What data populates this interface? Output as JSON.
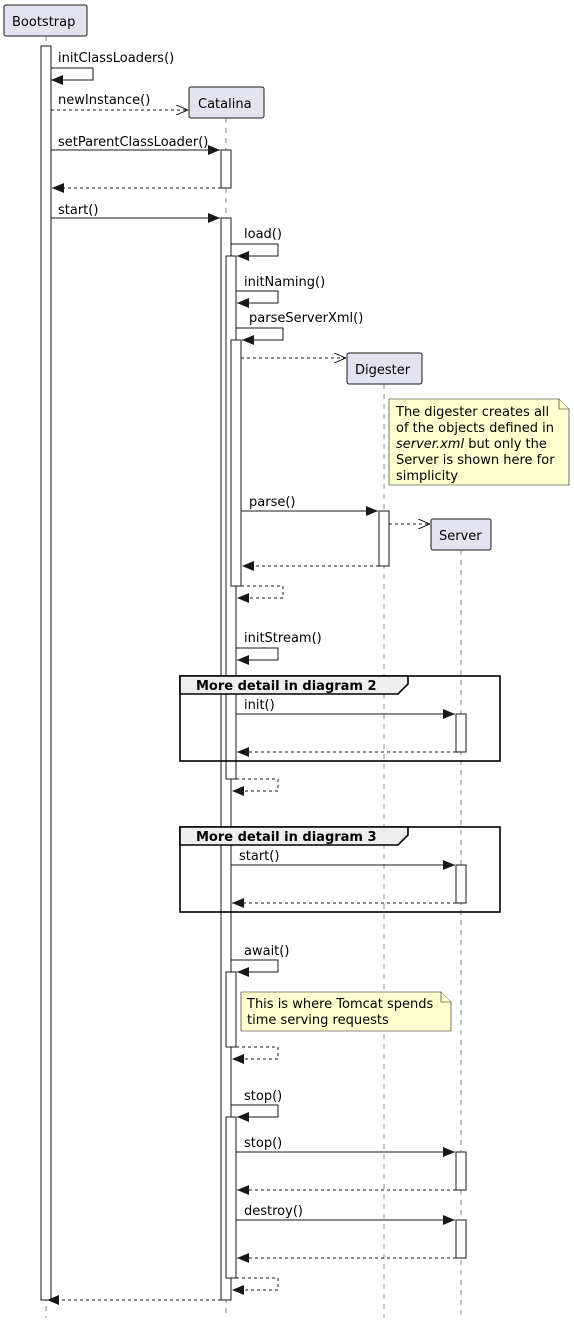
{
  "participants": {
    "bootstrap": "Bootstrap",
    "catalina": "Catalina",
    "digester": "Digester",
    "server": "Server"
  },
  "messages": {
    "initClassLoaders": "initClassLoaders()",
    "newInstance": "newInstance()",
    "setParentClassLoader": "setParentClassLoader()",
    "start": "start()",
    "load": "load()",
    "initNaming": "initNaming()",
    "parseServerXml": "parseServerXml()",
    "parse": "parse()",
    "initStream": "initStream()",
    "init": "init()",
    "serverStart": "start()",
    "await": "await()",
    "stop": "stop()",
    "serverStop": "stop()",
    "destroy": "destroy()"
  },
  "frames": {
    "diagram2": "More detail in diagram 2",
    "diagram3": "More detail in diagram 3"
  },
  "notes": {
    "digester": {
      "line1": "The digester creates all",
      "line2": "of the objects defined in",
      "line3_italic": "server.xml",
      "line3_rest": " but only the",
      "line4": "Server is shown here for",
      "line5": "simplicity"
    },
    "tomcat": {
      "line1": "This is where Tomcat spends",
      "line2": "time serving requests"
    }
  },
  "colors": {
    "participant_fill": "#e2e2f0",
    "note_fill": "#fefece",
    "frame_tab_fill": "#eeeeee"
  }
}
